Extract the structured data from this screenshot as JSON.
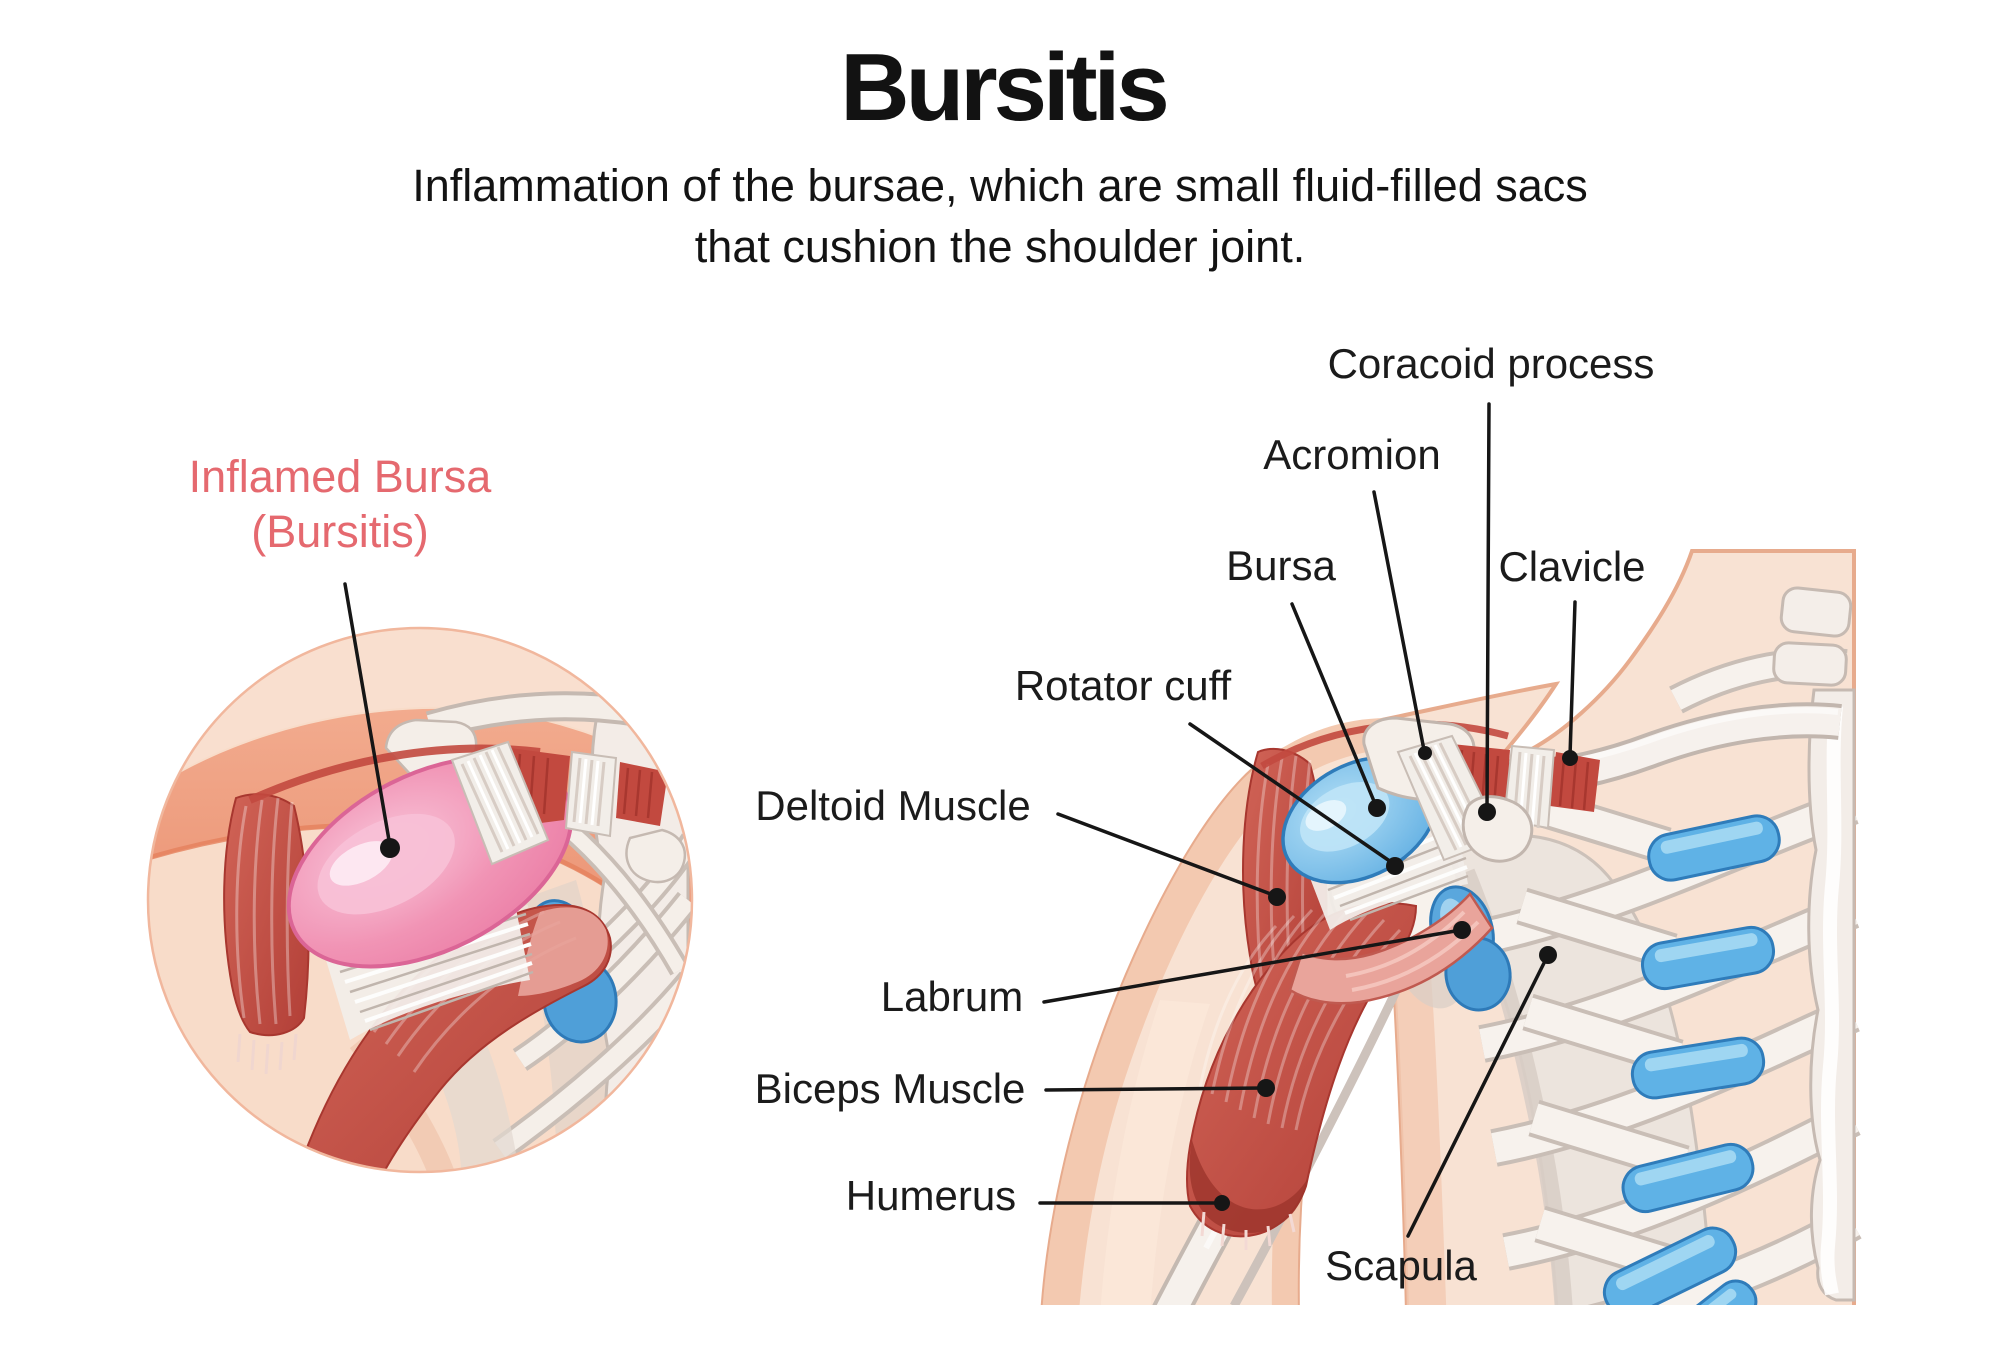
{
  "title": "Bursitis",
  "subtitle": {
    "line1": "Inflammation of the bursae, which are small fluid-filled sacs",
    "line2": "that cushion the shoulder joint."
  },
  "inset": {
    "label": {
      "line1": "Inflamed Bursa",
      "line2": "(Bursitis)"
    },
    "label_color": "#e5696f",
    "depicts": "inflamed-bursa-closeup-circle"
  },
  "diagram": {
    "labels": [
      {
        "id": "coracoid-process",
        "text": "Coracoid process"
      },
      {
        "id": "acromion",
        "text": "Acromion"
      },
      {
        "id": "bursa",
        "text": "Bursa"
      },
      {
        "id": "clavicle",
        "text": "Clavicle"
      },
      {
        "id": "rotator-cuff",
        "text": "Rotator cuff"
      },
      {
        "id": "deltoid-muscle",
        "text": "Deltoid Muscle"
      },
      {
        "id": "labrum",
        "text": "Labrum"
      },
      {
        "id": "biceps-muscle",
        "text": "Biceps Muscle"
      },
      {
        "id": "humerus",
        "text": "Humerus"
      },
      {
        "id": "scapula",
        "text": "Scapula"
      }
    ]
  },
  "colors": {
    "label_text": "#1b1b1b",
    "inset_label": "#e5696f",
    "leader_line": "#161616",
    "muscle_red": "#c2493f",
    "muscle_dark": "#a8372f",
    "tendon_pink": "#e9a49b",
    "inflamed_bursa_pink": "#ef86ac",
    "bursa_blue": "#57a9e0",
    "cartilage_blue": "#5fb2e6",
    "blue_outline": "#2f7cba",
    "bone_white": "#f6f1ec",
    "bone_outline": "#c2b6ae",
    "skin_light": "#f8e2d3",
    "skin_shade": "#f3c9b0",
    "skin_outline": "#e7ab8d",
    "inset_band": "#f0a486"
  }
}
